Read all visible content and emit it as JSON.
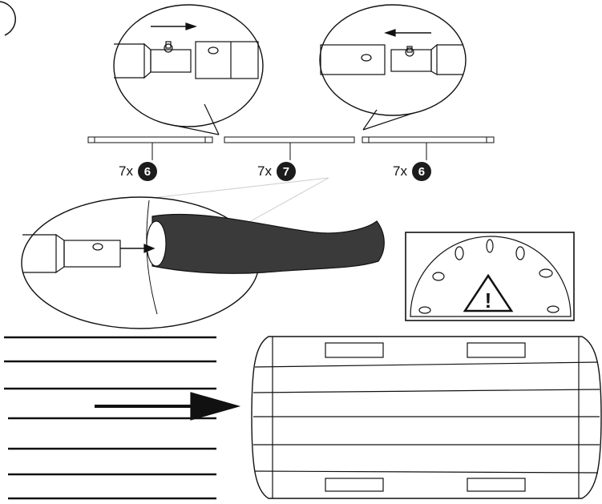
{
  "labels": [
    {
      "qty": "7x",
      "part": "6"
    },
    {
      "qty": "7x",
      "part": "7"
    },
    {
      "qty": "7x",
      "part": "6"
    }
  ],
  "warning_symbol": "!",
  "icons": [
    "arrow-right-icon",
    "arrow-left-icon",
    "warning-icon",
    "magnifier-circle"
  ],
  "colors": {
    "line": "#111111",
    "sleeve": "#3a3a3a",
    "badge": "#1c1c1c"
  }
}
